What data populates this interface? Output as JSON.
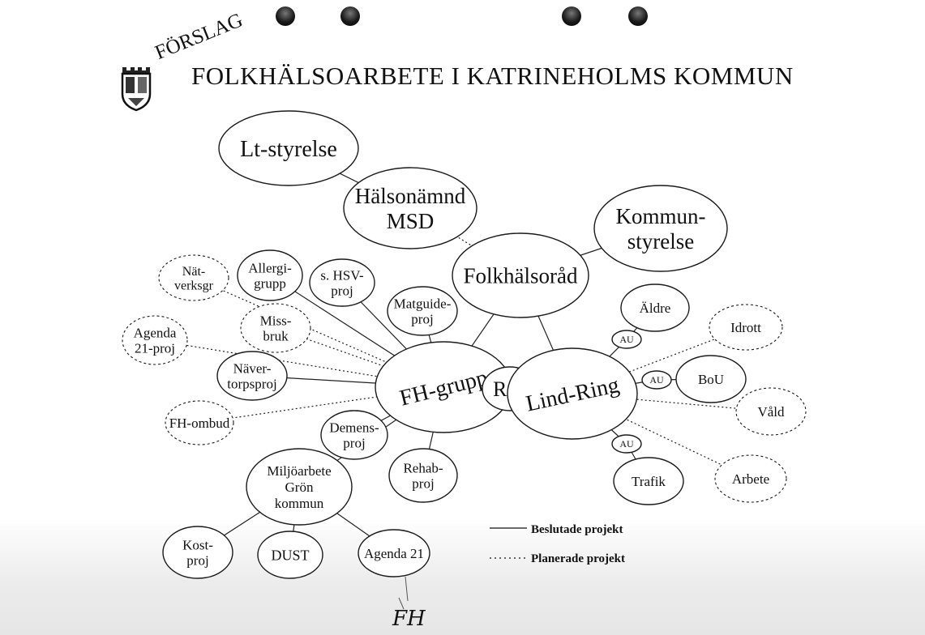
{
  "title": "FOLKHÄLSOARBETE I KATRINEHOLMS KOMMUN",
  "stamp": "FÖRSLAG",
  "nodes": {
    "lt_styrelse": [
      "Lt-styrelse"
    ],
    "halsonamnd": [
      "Hälsonämnd",
      "MSD"
    ],
    "kommunstyrelse": [
      "Kommun-",
      "styrelse"
    ],
    "folkhalsorad": [
      "Folkhälsoråd"
    ],
    "natverksgr": [
      "Nät-",
      "verksgr"
    ],
    "allergigrupp": [
      "Allergi-",
      "grupp"
    ],
    "hsv_proj": [
      "s. HSV-",
      "proj"
    ],
    "matguide": [
      "Matguide-",
      "proj"
    ],
    "agenda21_proj": [
      "Agenda",
      "21-proj"
    ],
    "missbruk": [
      "Miss-",
      "bruk"
    ],
    "navertorpsproj": [
      "Näver-",
      "torpsproj"
    ],
    "fh_ombud": [
      "FH-ombud"
    ],
    "fh_grupp": [
      "FH-grupp"
    ],
    "reg": [
      "Reg"
    ],
    "lind_ring": [
      "Lind-Ring"
    ],
    "aldre": [
      "Äldre"
    ],
    "idrott": [
      "Idrott"
    ],
    "bou": [
      "BoU"
    ],
    "vald": [
      "Våld"
    ],
    "arbete": [
      "Arbete"
    ],
    "trafik": [
      "Trafik"
    ],
    "demensproj": [
      "Demens-",
      "proj"
    ],
    "rehabproj": [
      "Rehab-",
      "proj"
    ],
    "miljoarbete": [
      "Miljöarbete",
      "Grön",
      "kommun"
    ],
    "kostproj": [
      "Kost-",
      "proj"
    ],
    "dust": [
      "DUST"
    ],
    "agenda21": [
      "Agenda 21"
    ],
    "au_aldre": [
      "AU"
    ],
    "au_bou": [
      "AU"
    ],
    "au_trafik": [
      "AU"
    ]
  },
  "legend": {
    "decided": "Beslutade projekt",
    "planned": "Planerade projekt"
  },
  "signature": "FH"
}
